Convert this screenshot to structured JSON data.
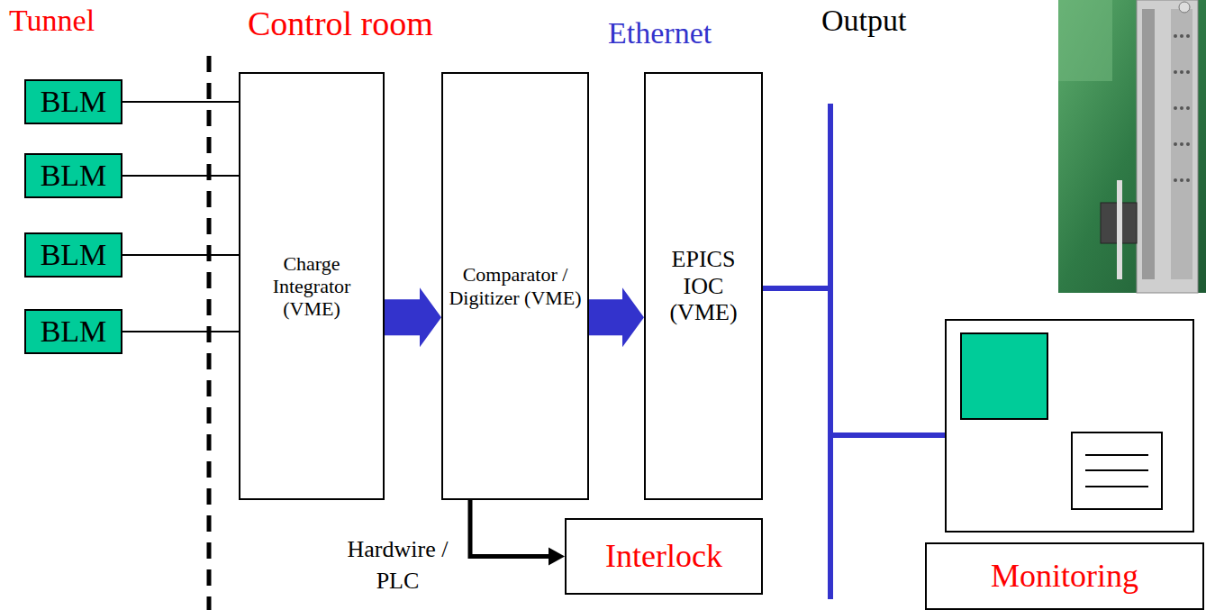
{
  "diagram": {
    "nodes": [
      {
        "text": [
          "BLM"
        ]
      },
      {
        "text": [
          "BLM"
        ]
      },
      {
        "text": [
          "BLM"
        ]
      },
      {
        "text": [
          "BLM"
        ]
      },
      {
        "text": [
          "Charge Integrator (VME)"
        ]
      },
      {
        "text": [
          "Comparator / Digitizer (VME)"
        ]
      },
      {
        "text": [
          "EPICS IOC (VME)"
        ]
      },
      {
        "text": [
          "Interlock"
        ]
      },
      {
        "text": [
          "Monitoring"
        ]
      }
    ],
    "edges": [
      {
        "from": 0,
        "to": 4,
        "arrow": "none"
      },
      {
        "from": 1,
        "to": 4,
        "arrow": "none"
      },
      {
        "from": 2,
        "to": 4,
        "arrow": "none"
      },
      {
        "from": 3,
        "to": 4,
        "arrow": "none"
      },
      {
        "from": 4,
        "to": 5,
        "arrow": "to"
      },
      {
        "from": 5,
        "to": 6,
        "arrow": "to"
      },
      {
        "from": 5,
        "to": 7,
        "label": "Hardwire / PLC",
        "arrow": "to"
      }
    ],
    "labels": [
      "Tunnel",
      "Control room",
      "Ethernet",
      "Output"
    ]
  }
}
